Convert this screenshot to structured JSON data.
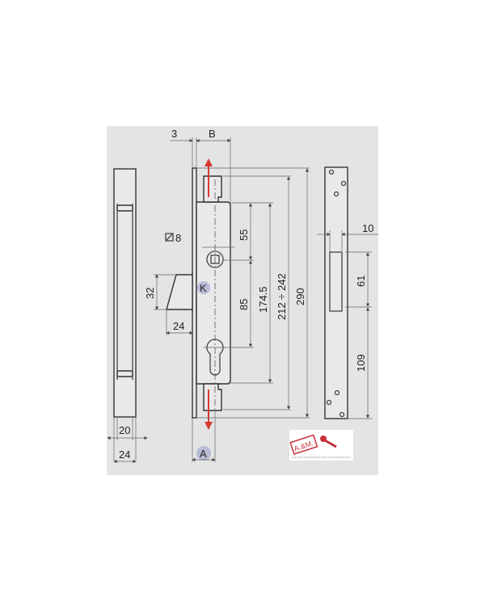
{
  "drawing": {
    "background": "#e3e4e4",
    "arrow_color": "#d63a2f",
    "marker_color": "#b9bcd6",
    "labels": {
      "dim_3": "3",
      "dim_b": "B",
      "spindle": "8",
      "dim_55": "55",
      "dim_85": "85",
      "dim_174_5": "174.5",
      "dim_212_242": "212 ÷ 242",
      "dim_290": "290",
      "dim_32": "32",
      "dim_24_latch": "24",
      "marker_k": "K",
      "marker_a": "A",
      "dim_20": "20",
      "dim_24_profile": "24",
      "dim_10": "10",
      "dim_61": "61",
      "dim_109": "109"
    }
  },
  "logo": {
    "text": "A.&M.",
    "color": "#c8303a"
  }
}
